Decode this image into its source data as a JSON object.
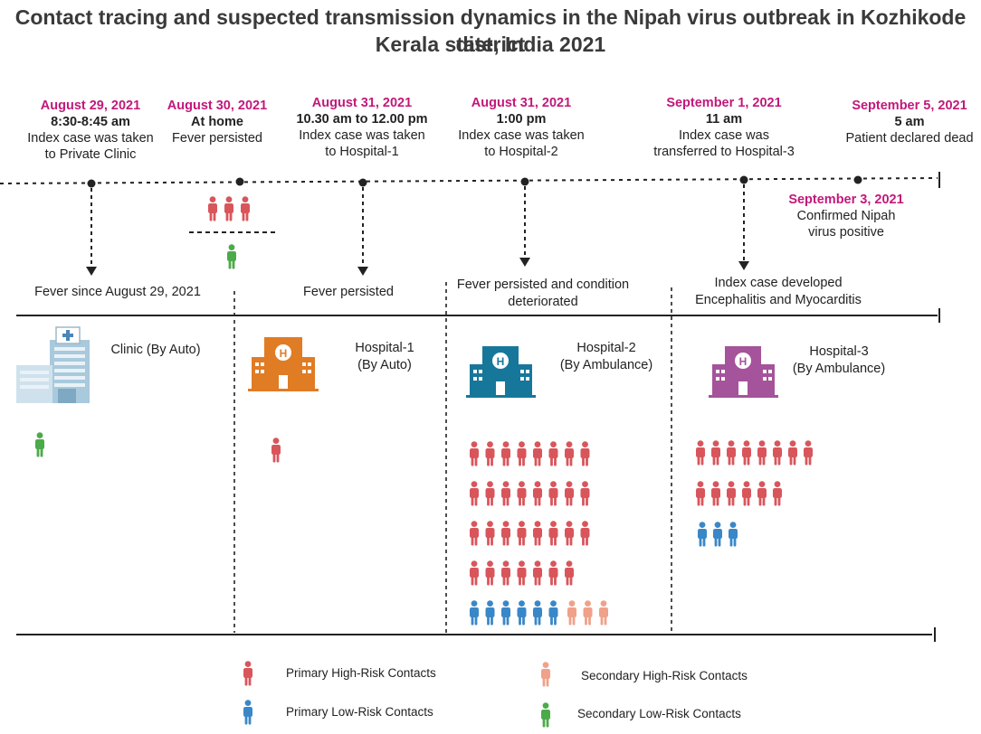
{
  "title_line1": "Contact tracing and suspected transmission dynamics in the Nipah virus outbreak in Kozhikode district",
  "title_line2": "Kerala state, India 2021",
  "events": [
    {
      "date": "August 29, 2021",
      "time": "8:30-8:45 am",
      "desc1": "Index case was taken",
      "desc2": "to Private Clinic"
    },
    {
      "date": "August 30, 2021",
      "time": "At home",
      "desc1": "Fever persisted",
      "desc2": ""
    },
    {
      "date": "August 31, 2021",
      "time": "10.30 am to 12.00 pm",
      "desc1": "Index case was taken",
      "desc2": "to  Hospital-1"
    },
    {
      "date": "August 31, 2021",
      "time": "1:00 pm",
      "desc1": "Index case was taken",
      "desc2": "to Hospital-2"
    },
    {
      "date": "September 1, 2021",
      "time": "11 am",
      "desc1": "Index case was",
      "desc2": "transferred  to Hospital-3"
    },
    {
      "date": "September 5, 2021",
      "time": "5 am",
      "desc1": "Patient declared dead",
      "desc2": ""
    }
  ],
  "confirm": {
    "date": "September 3, 2021",
    "desc1": "Confirmed Nipah",
    "desc2": "virus positive"
  },
  "conditions": {
    "c1": "Fever since August 29, 2021",
    "c2": "Fever persisted",
    "c3a": "Fever persisted and condition",
    "c3b": "deteriorated",
    "c4a": "Index case developed",
    "c4b": "Encephalitis and Myocarditis"
  },
  "facilities": {
    "clinic": "Clinic (By Auto)",
    "h1a": "Hospital-1",
    "h1b": "(By Auto)",
    "h2a": "Hospital-2",
    "h2b": "(By Ambulance)",
    "h3a": "Hospital-3",
    "h3b": "(By Ambulance)"
  },
  "contacts": {
    "home": {
      "primary_high": 3,
      "secondary_low": 1
    },
    "clinic": {
      "secondary_low": 1
    },
    "hospital1": {
      "primary_high": 1
    },
    "hospital2": {
      "primary_high": 31,
      "primary_low": 6,
      "secondary_high": 3
    },
    "hospital3": {
      "primary_high": 14,
      "primary_low": 3
    }
  },
  "legend": {
    "primary_high": "Primary High-Risk Contacts",
    "primary_low": "Primary Low-Risk Contacts",
    "secondary_high": "Secondary High-Risk Contacts",
    "secondary_low": "Secondary Low-Risk Contacts"
  },
  "colors": {
    "primary_high": "#d8565b",
    "primary_low": "#3a87c8",
    "secondary_high": "#f0a189",
    "secondary_low": "#4caa4a",
    "date": "#c2187a",
    "hospital1": "#e07c24",
    "hospital2": "#17779b",
    "hospital3": "#a5539a"
  }
}
